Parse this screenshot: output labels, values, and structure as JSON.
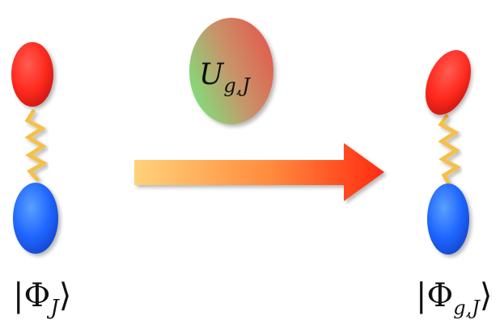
{
  "diagram": {
    "operator": {
      "symbol": "U",
      "subscript": "g,J"
    },
    "initial_state": {
      "symbol": "Φ",
      "subscript": "J"
    },
    "final_state": {
      "symbol": "Φ",
      "subscript": "g,J"
    }
  },
  "colors": {
    "top_ellipse": "#ff2a1f",
    "bottom_ellipse": "#1f66ff",
    "spring": "#f5c04a",
    "arrow_start": "#ffd27a",
    "arrow_end": "#ff2a12",
    "operator_left": "#7ee17a",
    "operator_right": "#e4584a"
  }
}
